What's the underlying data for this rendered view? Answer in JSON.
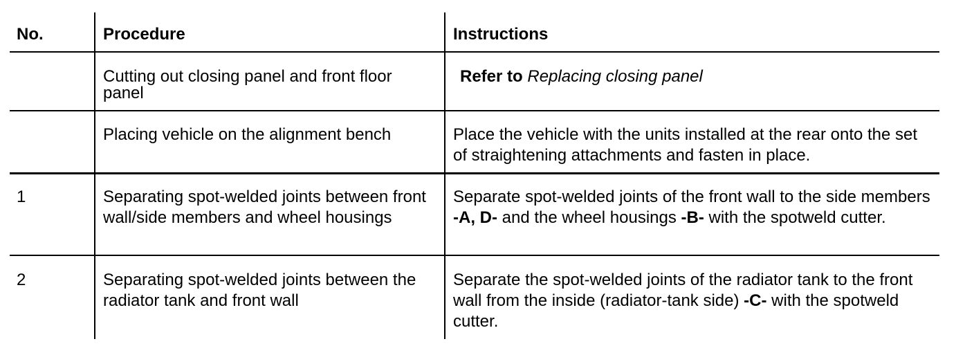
{
  "table": {
    "headers": {
      "no": "No.",
      "procedure": "Procedure",
      "instructions": "Instructions"
    },
    "rows": [
      {
        "no": "",
        "procedure": "Cutting out closing panel and front floor panel",
        "instructions": {
          "bold": "Refer to",
          "italic": "Replacing closing panel"
        }
      },
      {
        "no": "",
        "procedure": "Placing vehicle on the alignment bench",
        "instructions": {
          "text": "Place the vehicle with the units installed at the rear onto the set of straightening attachments and fasten in place."
        }
      },
      {
        "no": "1",
        "procedure": "Separating spot-welded joints between front wall/side members and wheel housings",
        "instructions": {
          "t1": "Separate spot-welded joints of the front wall to the side members ",
          "b1": "-A, D-",
          "t2": " and the wheel housings ",
          "b2": "-B-",
          "t3": " with the spotweld cutter."
        }
      },
      {
        "no": "2",
        "procedure": "Separating spot-welded joints between the radiator tank and front wall",
        "instructions": {
          "t1": "Separate the spot-welded joints of the radiator tank to the front wall from the inside (radiator-tank side) ",
          "b1": "-C-",
          "t2": " with the spotweld cutter."
        }
      }
    ]
  }
}
